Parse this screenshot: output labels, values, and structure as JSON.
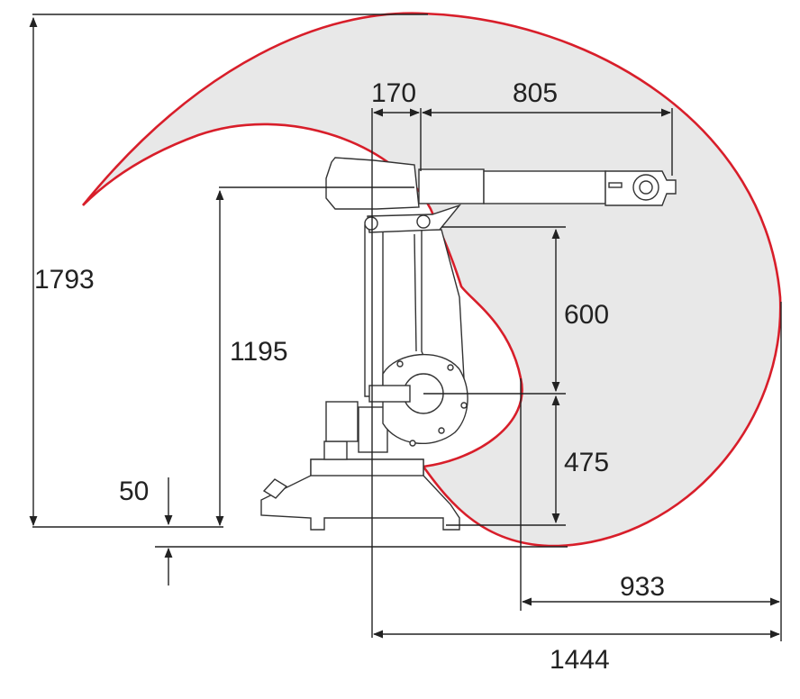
{
  "diagram": {
    "envelope_color": "#d81e2a",
    "envelope_fill": "#e8e8e8",
    "line_color": "#222222",
    "dimensions": {
      "total_height": "1793",
      "shoulder_height": "1195",
      "base_offset": "50",
      "shoulder_offset": "170",
      "arm_length": "805",
      "upper_arm": "600",
      "lower_height": "475",
      "inner_reach": "933",
      "total_reach": "1444"
    }
  }
}
